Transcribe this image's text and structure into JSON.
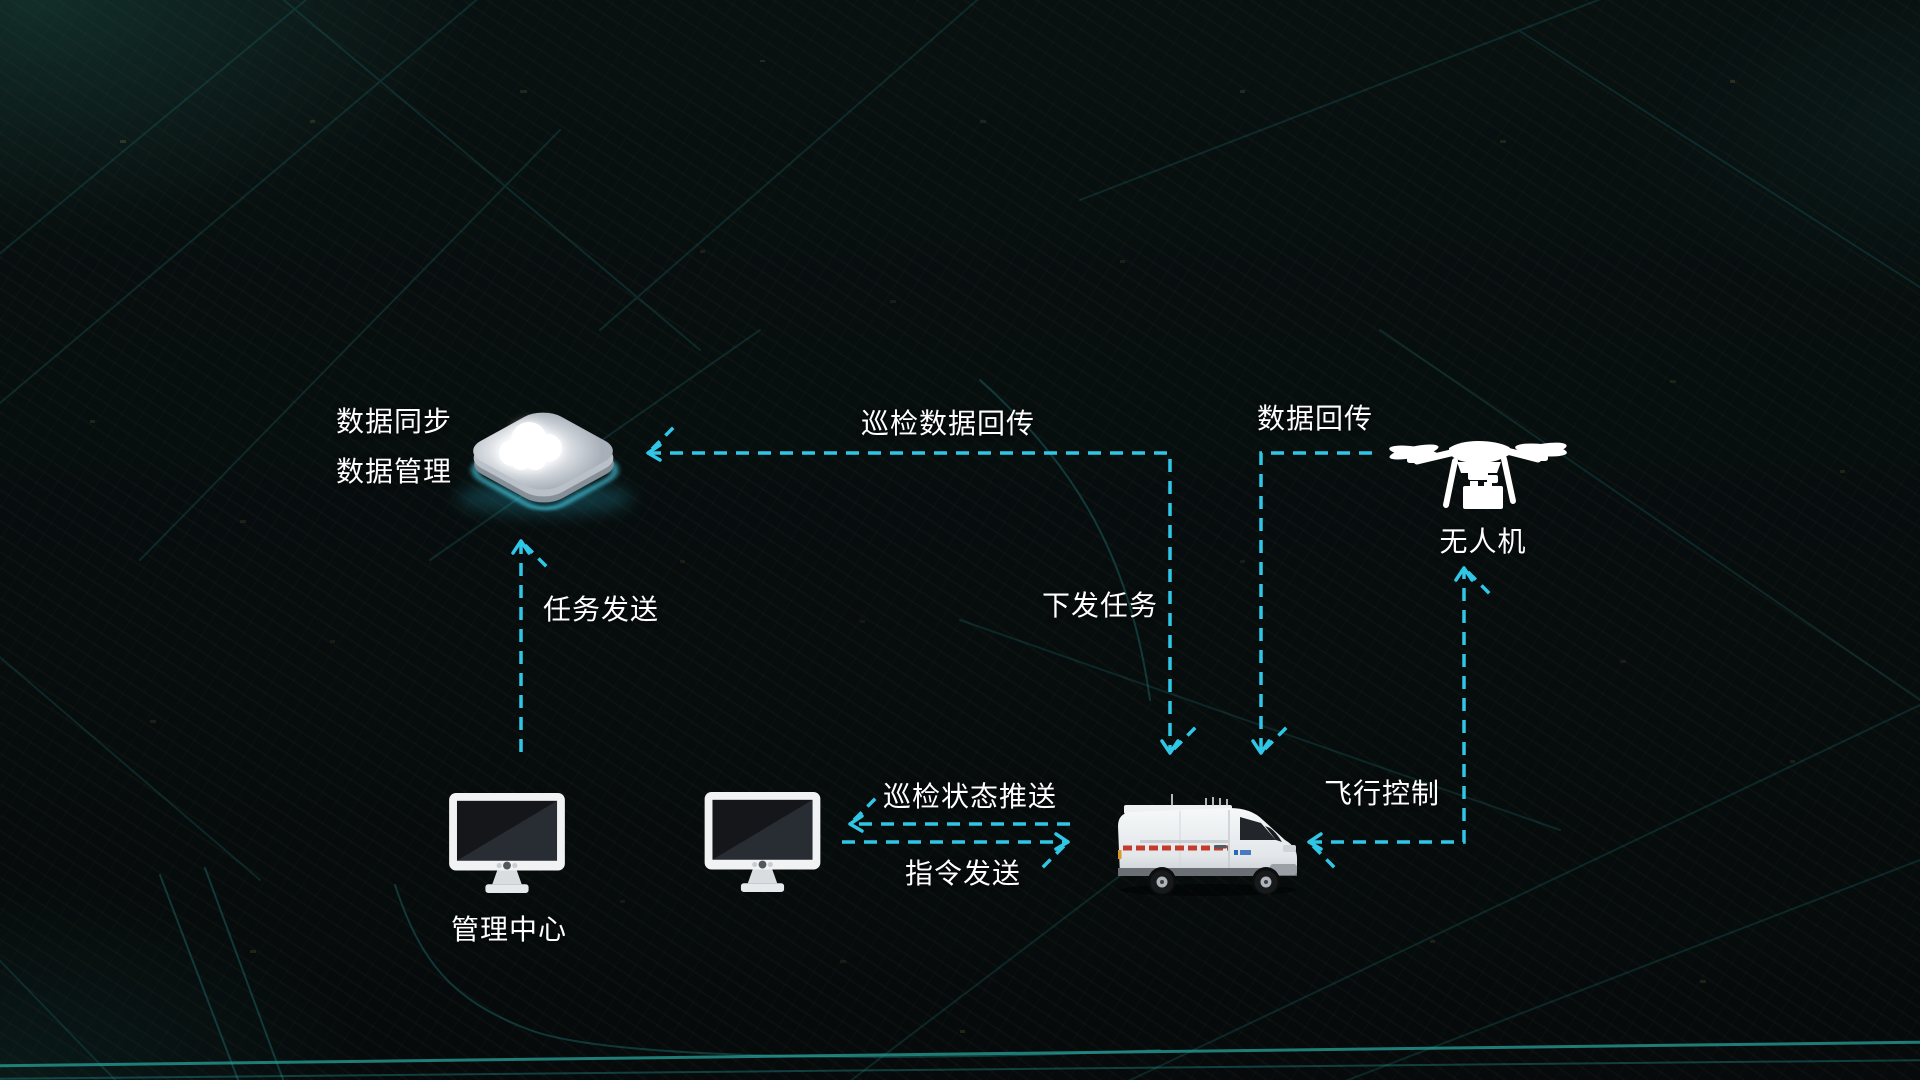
{
  "diagram": {
    "nodes": {
      "cloud_platform": {
        "icon": "cloud-platform-icon",
        "label_line1": "数据同步",
        "label_line2": "数据管理"
      },
      "drone": {
        "icon": "drone-icon",
        "label": "无人机"
      },
      "management_center": {
        "icon": "monitor-icon",
        "monitor_count": 2,
        "label": "管理中心"
      },
      "patrol_vehicle": {
        "icon": "van-icon"
      }
    },
    "connectors": {
      "inspection_data_return": {
        "label": "巡检数据回传",
        "from": "patrol_vehicle",
        "to": "cloud_platform"
      },
      "dispatch_task": {
        "label": "下发任务",
        "from": "cloud_platform",
        "to": "patrol_vehicle"
      },
      "data_return": {
        "label": "数据回传",
        "from": "drone",
        "to": "patrol_vehicle"
      },
      "task_send": {
        "label": "任务发送",
        "from": "management_center",
        "to": "cloud_platform"
      },
      "inspection_status_push": {
        "label": "巡检状态推送",
        "from": "patrol_vehicle",
        "to": "management_center"
      },
      "command_send": {
        "label": "指令发送",
        "from": "management_center",
        "to": "patrol_vehicle"
      },
      "flight_control": {
        "label": "飞行控制",
        "from": "patrol_vehicle",
        "to": "drone"
      }
    },
    "colors": {
      "connector": "#30c6e6",
      "label_text": "#ffffff",
      "background": "#070b0c",
      "map_road": "#1d6f6f"
    }
  }
}
